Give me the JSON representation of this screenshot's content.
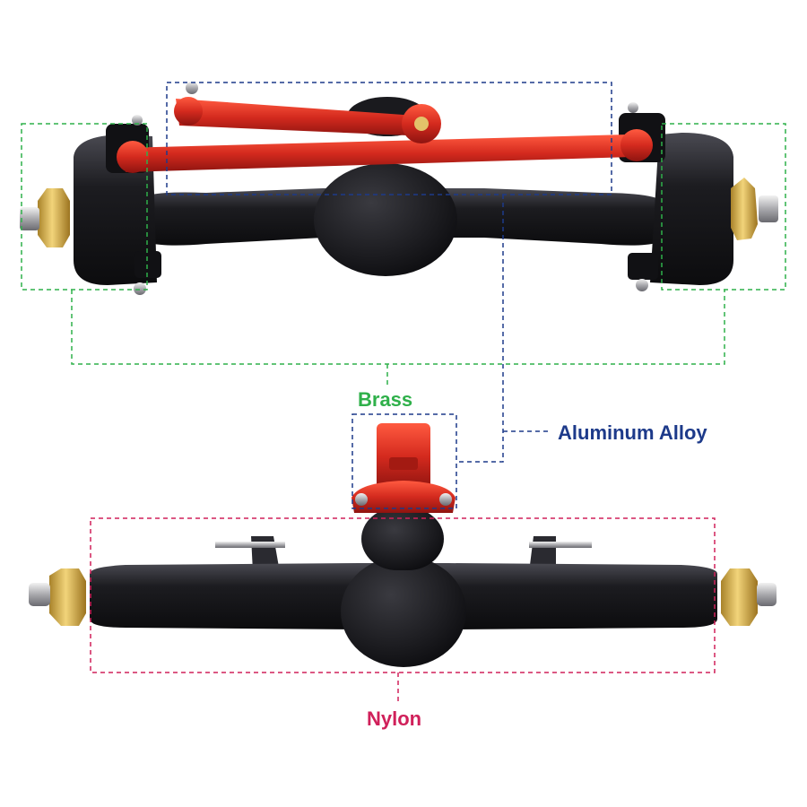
{
  "labels": {
    "brass": "Brass",
    "aluminum": "Aluminum Alloy",
    "nylon": "Nylon"
  },
  "colors": {
    "brass": "#2fb04a",
    "aluminum": "#1d3a8a",
    "nylon": "#d0205a",
    "red_anodized": "#d42a1e",
    "black_body": "#1a1a1e",
    "brass_metal": "#d9b24c"
  }
}
